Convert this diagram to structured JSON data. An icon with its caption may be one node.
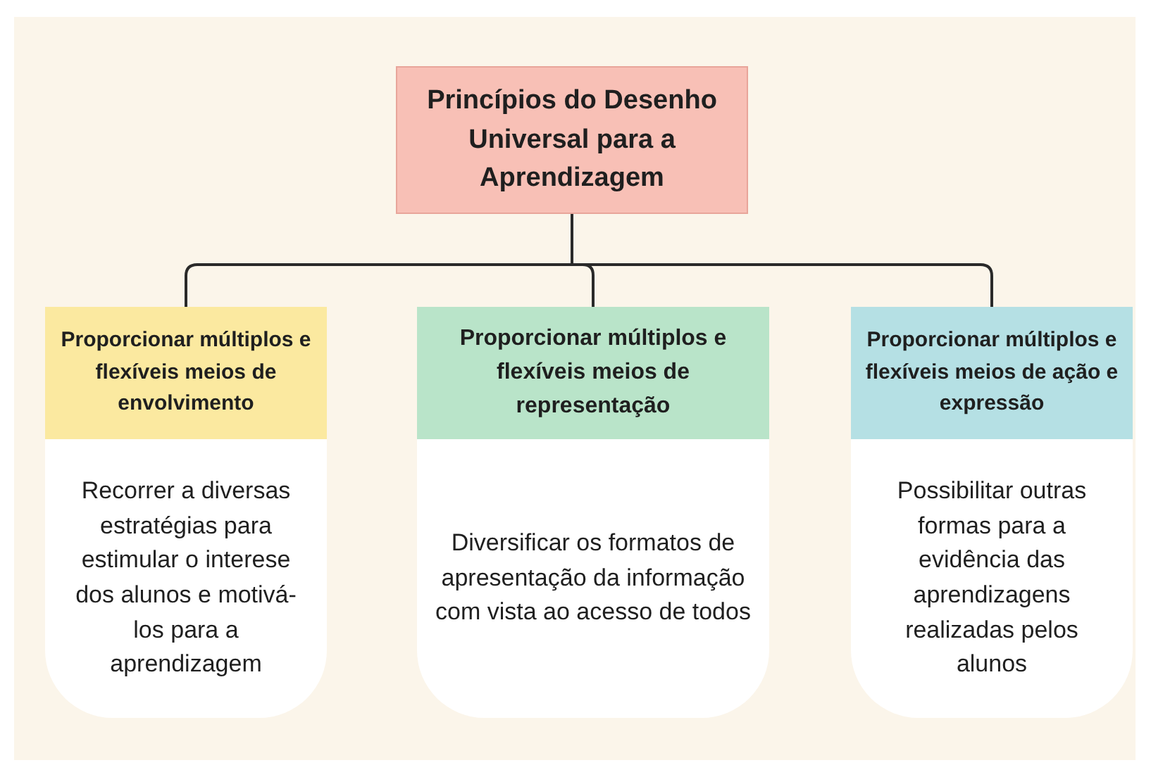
{
  "diagram": {
    "nodes": [
      {
        "text": [
          "Princípios do Desenho Universal para a Aprendizagem"
        ]
      },
      {
        "text": [
          "Proporcionar múltiplos e flexíveis meios de envolvimento"
        ]
      },
      {
        "text": [
          "Proporcionar múltiplos e flexíveis meios de representação"
        ]
      },
      {
        "text": [
          "Proporcionar múltiplos e flexíveis meios de ação e expressão"
        ]
      },
      {
        "text": [
          "Recorrer a diversas estratégias para estimular o interese dos alunos e motivá-los para a aprendizagem"
        ]
      },
      {
        "text": [
          "Diversificar os formatos de apresentação da informação com vista ao acesso de todos"
        ]
      },
      {
        "text": [
          "Possibilitar outras formas para a evidência das aprendizagens realizadas pelos alunos"
        ]
      }
    ],
    "edges": [
      {
        "from": 0,
        "to": 1,
        "arrow": "none"
      },
      {
        "from": 0,
        "to": 2,
        "arrow": "none"
      },
      {
        "from": 0,
        "to": 3,
        "arrow": "none"
      }
    ]
  }
}
